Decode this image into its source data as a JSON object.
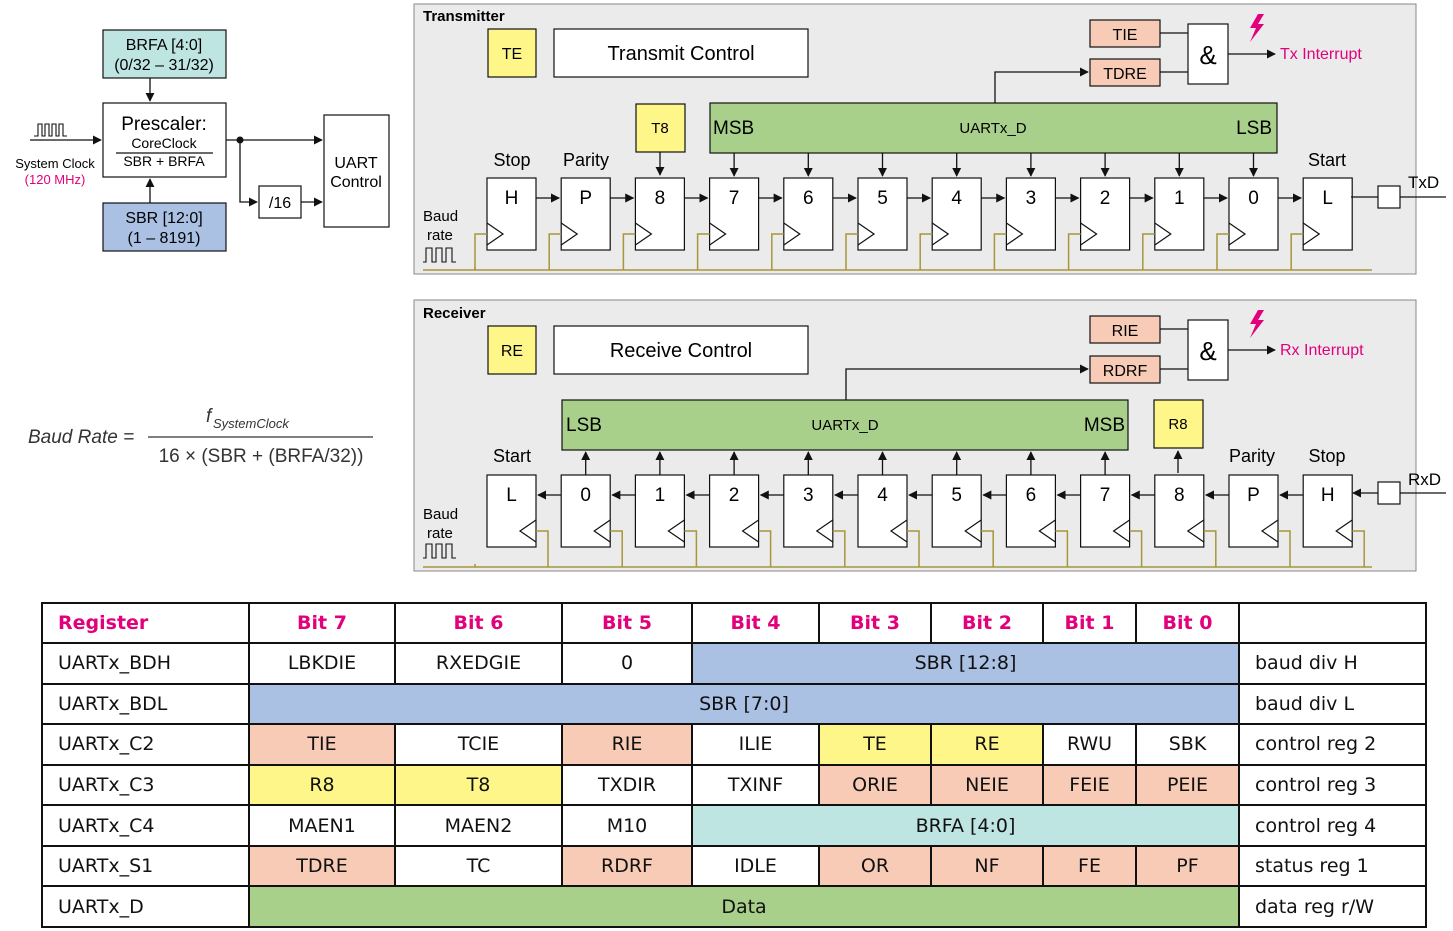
{
  "prescaler": {
    "brfa_box": [
      "BRFA [4:0]",
      "(0/32 – 31/32)"
    ],
    "sbr_box": [
      "SBR [12:0]",
      "(1 – 8191)"
    ],
    "title": "Prescaler:",
    "numerator": "CoreClock",
    "denominator": "SBR + BRFA",
    "div16": "/16",
    "uart_control": [
      "UART",
      "Control"
    ],
    "system_clock": "System Clock",
    "system_clock_freq": "(120 MHz)"
  },
  "formula": {
    "lhs": "Baud Rate =",
    "f": "f",
    "sub": "SystemClock",
    "denominator": "16 × (SBR + (BRFA/32))"
  },
  "transmitter": {
    "title": "Transmitter",
    "enable": "TE",
    "control": "Transmit Control",
    "ie": "TIE",
    "flag": "TDRE",
    "and": "&",
    "interrupt": "Tx Interrupt",
    "t8": "T8",
    "data_reg": "UARTx_D",
    "msb": "MSB",
    "lsb": "LSB",
    "stop": "Stop",
    "parity": "Parity",
    "start": "Start",
    "cells": [
      "H",
      "P",
      "8",
      "7",
      "6",
      "5",
      "4",
      "3",
      "2",
      "1",
      "0",
      "L"
    ],
    "pin": "TxD",
    "baud": [
      "Baud",
      "rate"
    ]
  },
  "receiver": {
    "title": "Receiver",
    "enable": "RE",
    "control": "Receive Control",
    "ie": "RIE",
    "flag": "RDRF",
    "and": "&",
    "interrupt": "Rx Interrupt",
    "r8": "R8",
    "data_reg": "UARTx_D",
    "lsb": "LSB",
    "msb": "MSB",
    "start": "Start",
    "parity": "Parity",
    "stop": "Stop",
    "cells": [
      "L",
      "0",
      "1",
      "2",
      "3",
      "4",
      "5",
      "6",
      "7",
      "8",
      "P",
      "H"
    ],
    "pin": "RxD",
    "baud": [
      "Baud",
      "rate"
    ]
  },
  "table": {
    "headers": [
      "Register",
      "Bit 7",
      "Bit 6",
      "Bit 5",
      "Bit 4",
      "Bit 3",
      "Bit 2",
      "Bit 1",
      "Bit 0",
      ""
    ],
    "rows": [
      {
        "name": "UARTx_BDH",
        "desc": "baud div H",
        "cells": [
          {
            "text": "LBKDIE",
            "span": 1,
            "color": ""
          },
          {
            "text": "RXEDGIE",
            "span": 1,
            "color": ""
          },
          {
            "text": "0",
            "span": 1,
            "color": ""
          },
          {
            "text": "SBR [12:8]",
            "span": 5,
            "color": "blue"
          }
        ]
      },
      {
        "name": "UARTx_BDL",
        "desc": "baud div L",
        "cells": [
          {
            "text": "SBR [7:0]",
            "span": 8,
            "color": "blue"
          }
        ]
      },
      {
        "name": "UARTx_C2",
        "desc": "control reg 2",
        "cells": [
          {
            "text": "TIE",
            "span": 1,
            "color": "salmon"
          },
          {
            "text": "TCIE",
            "span": 1,
            "color": ""
          },
          {
            "text": "RIE",
            "span": 1,
            "color": "salmon"
          },
          {
            "text": "ILIE",
            "span": 1,
            "color": ""
          },
          {
            "text": "TE",
            "span": 1,
            "color": "yellow"
          },
          {
            "text": "RE",
            "span": 1,
            "color": "yellow"
          },
          {
            "text": "RWU",
            "span": 1,
            "color": ""
          },
          {
            "text": "SBK",
            "span": 1,
            "color": ""
          }
        ]
      },
      {
        "name": "UARTx_C3",
        "desc": "control reg 3",
        "cells": [
          {
            "text": "R8",
            "span": 1,
            "color": "yellow"
          },
          {
            "text": "T8",
            "span": 1,
            "color": "yellow"
          },
          {
            "text": "TXDIR",
            "span": 1,
            "color": ""
          },
          {
            "text": "TXINF",
            "span": 1,
            "color": ""
          },
          {
            "text": "ORIE",
            "span": 1,
            "color": "salmon"
          },
          {
            "text": "NEIE",
            "span": 1,
            "color": "salmon"
          },
          {
            "text": "FEIE",
            "span": 1,
            "color": "salmon"
          },
          {
            "text": "PEIE",
            "span": 1,
            "color": "salmon"
          }
        ]
      },
      {
        "name": "UARTx_C4",
        "desc": "control reg 4",
        "cells": [
          {
            "text": "MAEN1",
            "span": 1,
            "color": ""
          },
          {
            "text": "MAEN2",
            "span": 1,
            "color": ""
          },
          {
            "text": "M10",
            "span": 1,
            "color": ""
          },
          {
            "text": "BRFA [4:0]",
            "span": 5,
            "color": "teal"
          }
        ]
      },
      {
        "name": "UARTx_S1",
        "desc": "status reg 1",
        "cells": [
          {
            "text": "TDRE",
            "span": 1,
            "color": "salmon"
          },
          {
            "text": "TC",
            "span": 1,
            "color": ""
          },
          {
            "text": "RDRF",
            "span": 1,
            "color": "salmon"
          },
          {
            "text": "IDLE",
            "span": 1,
            "color": ""
          },
          {
            "text": "OR",
            "span": 1,
            "color": "salmon"
          },
          {
            "text": "NF",
            "span": 1,
            "color": "salmon"
          },
          {
            "text": "FE",
            "span": 1,
            "color": "salmon"
          },
          {
            "text": "PF",
            "span": 1,
            "color": "salmon"
          }
        ]
      },
      {
        "name": "UARTx_D",
        "desc": "data reg r/W",
        "cells": [
          {
            "text": "Data",
            "span": 8,
            "color": "green"
          }
        ]
      }
    ]
  },
  "colors": {
    "accent": "#e3007d",
    "panel_bg": "#ebebeb",
    "data_green": "#a8d08a",
    "flag_salmon": "#f7cbb5",
    "enable_yellow": "#fff68a",
    "sbr_blue": "#aac1e4",
    "brfa_teal": "#bfe5e3",
    "clock_line": "#a8963a"
  }
}
